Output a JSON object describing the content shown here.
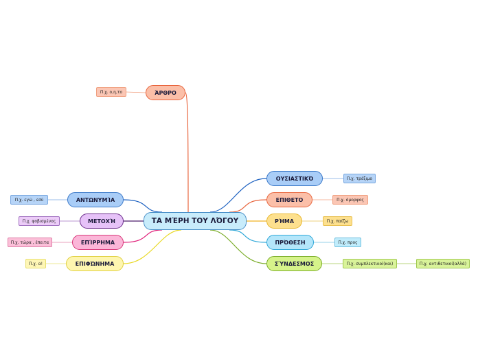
{
  "root": {
    "id": "root",
    "label": "ΤΑ ΜΈΡΗ ΤΟΥ ΛΌΓΟΥ",
    "fill": "#c8ecfb",
    "stroke": "#4a90c8"
  },
  "branches": [
    {
      "id": "arthro",
      "label": "ΆΡΘΡΟ",
      "fill": "#fbbfa8",
      "stroke": "#e8643c",
      "line": "#e8643c",
      "leaves": [
        {
          "label": "Π.χ. ο,η,το",
          "fill": "#fbc6b4",
          "stroke": "#f0a080"
        }
      ]
    },
    {
      "id": "ousiastiko",
      "label": "ΟΥΣΙΑΣΤΙΚΌ",
      "fill": "#a9cdf7",
      "stroke": "#3a78c8",
      "line": "#1a5fc0",
      "leaves": [
        {
          "label": "Π.χ. τρέξιμο",
          "fill": "#b6d4f7",
          "stroke": "#7aa8e0"
        }
      ]
    },
    {
      "id": "epitheto",
      "label": "ΕΠΙΘΕΤΟ",
      "fill": "#fbbfa8",
      "stroke": "#e8643c",
      "line": "#e8643c",
      "leaves": [
        {
          "label": "Π.χ. όμορφος",
          "fill": "#fbc6b4",
          "stroke": "#f0a080"
        }
      ]
    },
    {
      "id": "rima",
      "label": "ΡΉΜΑ",
      "fill": "#fde08e",
      "stroke": "#e8b830",
      "line": "#f0b020",
      "leaves": [
        {
          "label": "Π.χ. παίζω",
          "fill": "#fde08e",
          "stroke": "#e8c050"
        }
      ]
    },
    {
      "id": "prothesi",
      "label": "ΠΡΌΘΕΣΗ",
      "fill": "#b4e6fa",
      "stroke": "#30a8d8",
      "line": "#30a8d8",
      "leaves": [
        {
          "label": "Π.χ. προς",
          "fill": "#c0ecfb",
          "stroke": "#70c0e0"
        }
      ]
    },
    {
      "id": "syndesmos",
      "label": "ΣΎΝΔΕΣΜΟΣ",
      "fill": "#d6f38a",
      "stroke": "#7aac28",
      "line": "#7aac28",
      "leaves": [
        {
          "label": "Π.χ. συμπλεκτικοί(και)",
          "fill": "#d9f39a",
          "stroke": "#a0c850"
        },
        {
          "label": "Π.χ. αντιθετικοί(αλλά)",
          "fill": "#d9f39a",
          "stroke": "#a0c850"
        }
      ]
    },
    {
      "id": "antonymia",
      "label": "ΑΝΤΩΝΥΜΊΑ",
      "fill": "#a9cdf7",
      "stroke": "#3a78c8",
      "line": "#1a5fc0",
      "leaves": [
        {
          "label": "Π.χ. εγώ , εσύ",
          "fill": "#b6d4f7",
          "stroke": "#7aa8e0"
        }
      ]
    },
    {
      "id": "metochi",
      "label": "ΜΕΤΟΧΉ",
      "fill": "#e6c2f8",
      "stroke": "#6a2a8a",
      "line": "#4a1a6a",
      "leaves": [
        {
          "label": "Π.χ. φοβισμένος",
          "fill": "#ecccf8",
          "stroke": "#a070c0"
        }
      ]
    },
    {
      "id": "epirrima",
      "label": "ΕΠΊΡΡΗΜΑ",
      "fill": "#fbb6d8",
      "stroke": "#d83a7a",
      "line": "#e0207a",
      "leaves": [
        {
          "label": "Π.χ. τώρα , έπειτα",
          "fill": "#fbbfd8",
          "stroke": "#e080a8"
        }
      ]
    },
    {
      "id": "epifonima",
      "label": "ΕΠΙΦΏΝΗΜΑ",
      "fill": "#fef6b0",
      "stroke": "#e0d040",
      "line": "#e8d820",
      "leaves": [
        {
          "label": "Π.χ. α!",
          "fill": "#fef6b6",
          "stroke": "#e8e070"
        }
      ]
    }
  ]
}
